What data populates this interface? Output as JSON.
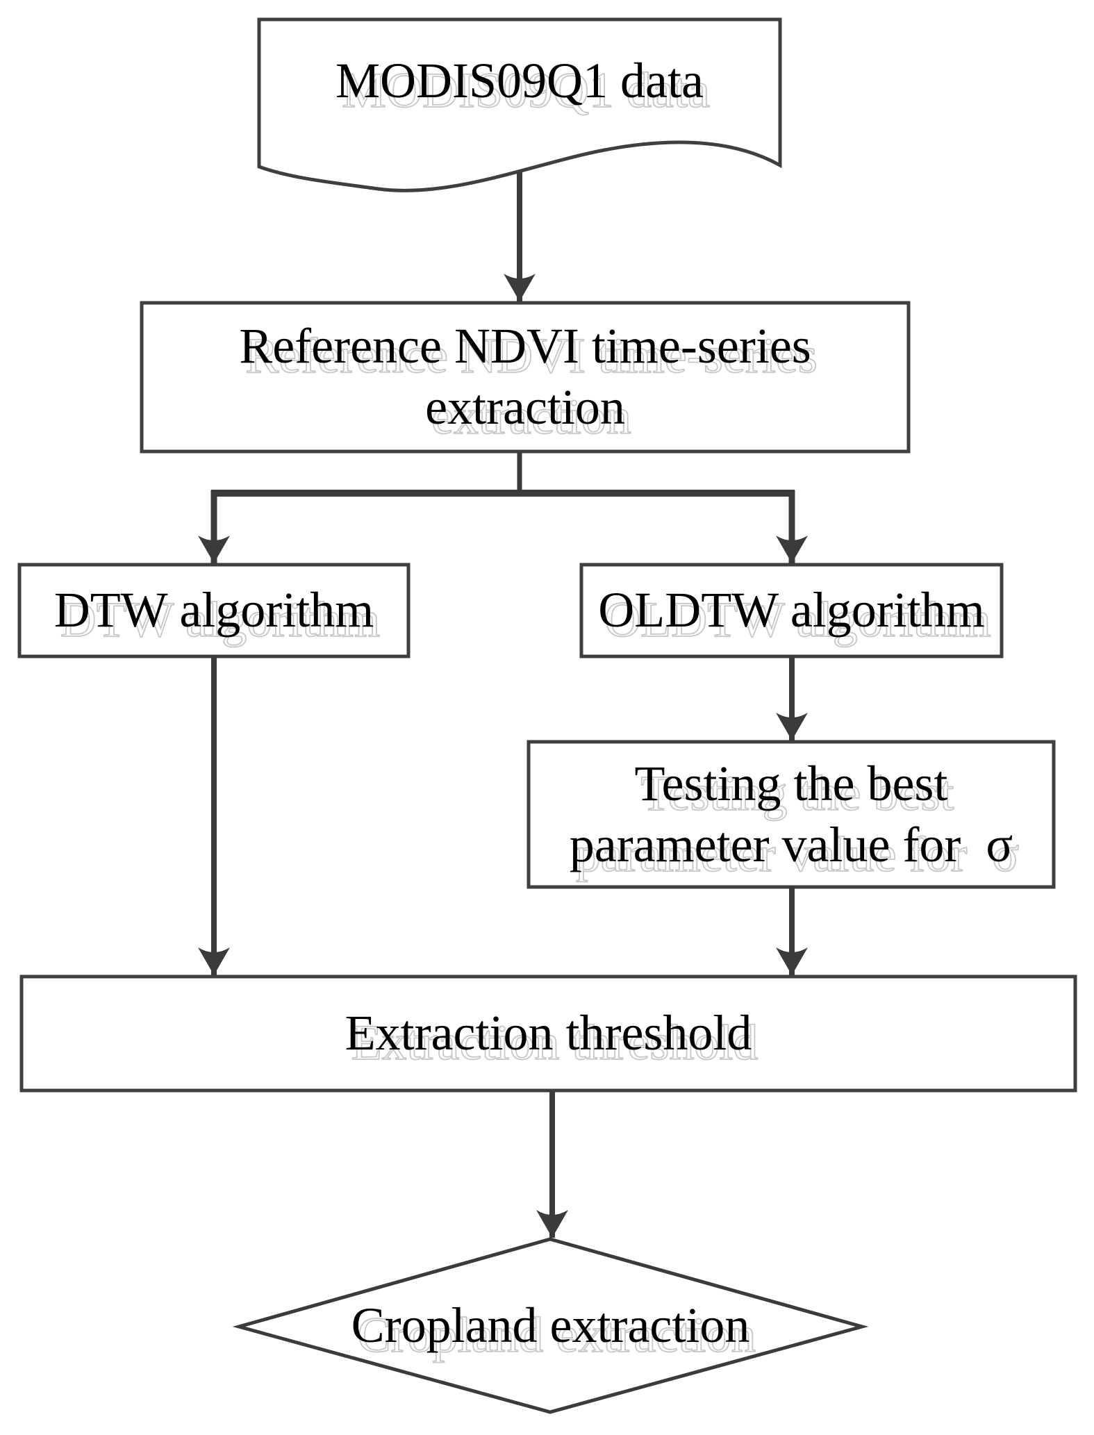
{
  "diagram_type": "flowchart",
  "colors": {
    "background": "#ffffff",
    "line": "#3b3b3b",
    "box_border": "#3f3f3f",
    "text": "#000000",
    "ghost_text": "#c7c7c7"
  },
  "nodes": {
    "modis": {
      "shape": "document",
      "label": "MODIS09Q1 data"
    },
    "reference": {
      "shape": "process",
      "lines": [
        "Reference NDVI time-series",
        "extraction"
      ]
    },
    "dtw": {
      "shape": "process",
      "label": "DTW algorithm"
    },
    "oldtw": {
      "shape": "process",
      "label": "OLDTW algorithm"
    },
    "testing": {
      "shape": "process",
      "lines": [
        "Testing the best",
        "parameter value for  σ"
      ]
    },
    "threshold": {
      "shape": "process",
      "label": "Extraction threshold"
    },
    "cropland": {
      "shape": "decision",
      "label": "Cropland extraction"
    }
  },
  "edges": [
    {
      "from": "modis",
      "to": "reference"
    },
    {
      "from": "reference",
      "to": "dtw"
    },
    {
      "from": "reference",
      "to": "oldtw"
    },
    {
      "from": "oldtw",
      "to": "testing"
    },
    {
      "from": "dtw",
      "to": "threshold"
    },
    {
      "from": "testing",
      "to": "threshold"
    },
    {
      "from": "threshold",
      "to": "cropland"
    }
  ]
}
